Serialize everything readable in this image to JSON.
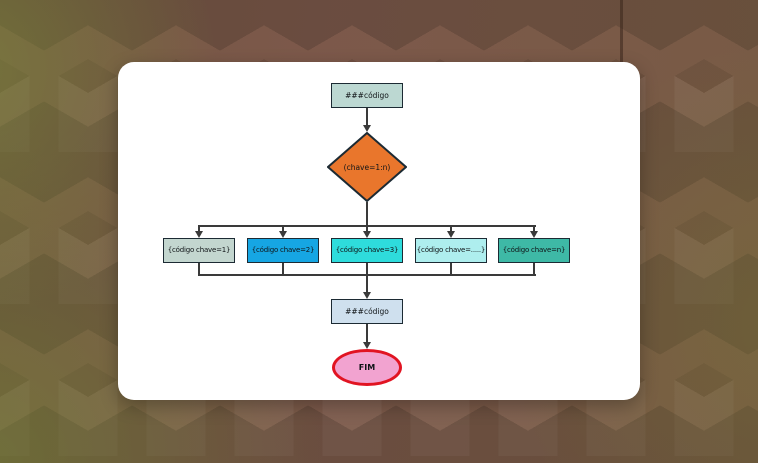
{
  "scene": {
    "background": {
      "base": "#7a584a",
      "olive_tint": "#76813c"
    }
  },
  "flowchart": {
    "nodes": {
      "start": {
        "label": "###código"
      },
      "decision": {
        "label": "(chave=1:n)"
      },
      "merge": {
        "label": "###código"
      },
      "end": {
        "label": "FIM"
      }
    },
    "branches": [
      {
        "label": "{código chave=1}",
        "color": "#c3d6cf"
      },
      {
        "label": "{código chave=2}",
        "color": "#16a6e3"
      },
      {
        "label": "{código chave=3}",
        "color": "#2edcdc"
      },
      {
        "label": "{código chave=.....}",
        "color": "#aeeeee"
      },
      {
        "label": "{código chave=n}",
        "color": "#3eb9a6"
      }
    ],
    "colors": {
      "start_fill": "#bcd8d2",
      "decision_fill": "#e9762c",
      "merge_fill": "#cfe0ee",
      "end_fill": "#f2a3d0",
      "end_border": "#e11422",
      "node_border": "#1c2a33",
      "connector": "#3a3a3a"
    }
  }
}
